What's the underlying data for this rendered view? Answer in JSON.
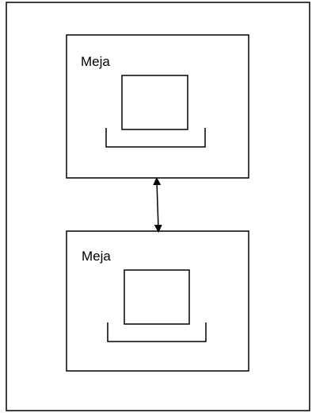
{
  "diagram": {
    "tables": [
      {
        "label": "Meja"
      },
      {
        "label": "Meja"
      }
    ],
    "connector": "bidirectional-arrow",
    "colors": {
      "stroke": "#000000",
      "background": "#ffffff"
    }
  }
}
